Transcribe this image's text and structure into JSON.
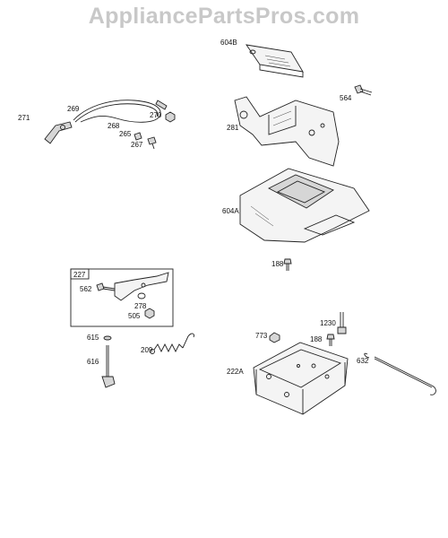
{
  "watermark": "AppliancePartsPros.com",
  "labels": {
    "p604B": "604B",
    "p564": "564",
    "p281": "281",
    "p604A": "604A",
    "p188a": "188",
    "p271": "271",
    "p269": "269",
    "p270": "270",
    "p268": "268",
    "p265": "265",
    "p267": "267",
    "p227": "227",
    "p562": "562",
    "p278": "278",
    "p505": "505",
    "p615": "615",
    "p616": "616",
    "p209": "209",
    "p1230": "1230",
    "p773": "773",
    "p188b": "188",
    "p222A": "222A",
    "p632": "632"
  }
}
